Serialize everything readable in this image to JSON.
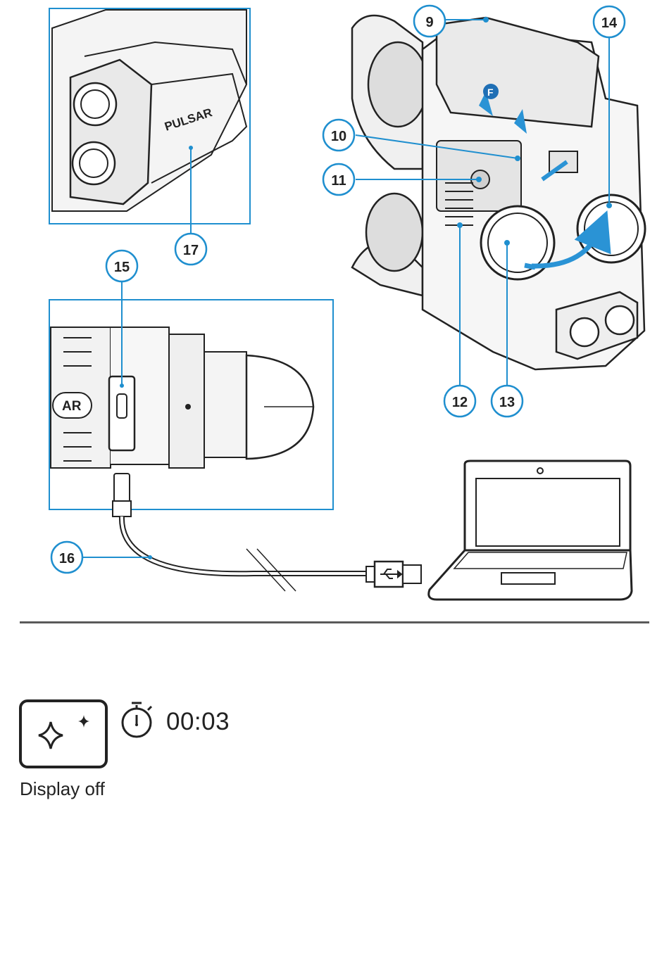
{
  "brand_text": "PULSAR",
  "device_badge": "F",
  "callouts": [
    {
      "id": "callout-9",
      "number": "9"
    },
    {
      "id": "callout-10",
      "number": "10"
    },
    {
      "id": "callout-11",
      "number": "11"
    },
    {
      "id": "callout-12",
      "number": "12"
    },
    {
      "id": "callout-13",
      "number": "13"
    },
    {
      "id": "callout-14",
      "number": "14"
    },
    {
      "id": "callout-15",
      "number": "15"
    },
    {
      "id": "callout-16",
      "number": "16"
    },
    {
      "id": "callout-17",
      "number": "17"
    }
  ],
  "usb_port_text": "AR",
  "display_off": {
    "timer": "00:03",
    "label": "Display off"
  },
  "colors": {
    "line": "#1a1a1a",
    "callout_border": "#1f8fcf",
    "accent_arrow": "#2a93d5",
    "divider": "#5a5a5a"
  },
  "icons": [
    "sparkle-icon",
    "stopwatch-icon",
    "usb-icon",
    "laptop-icon"
  ]
}
